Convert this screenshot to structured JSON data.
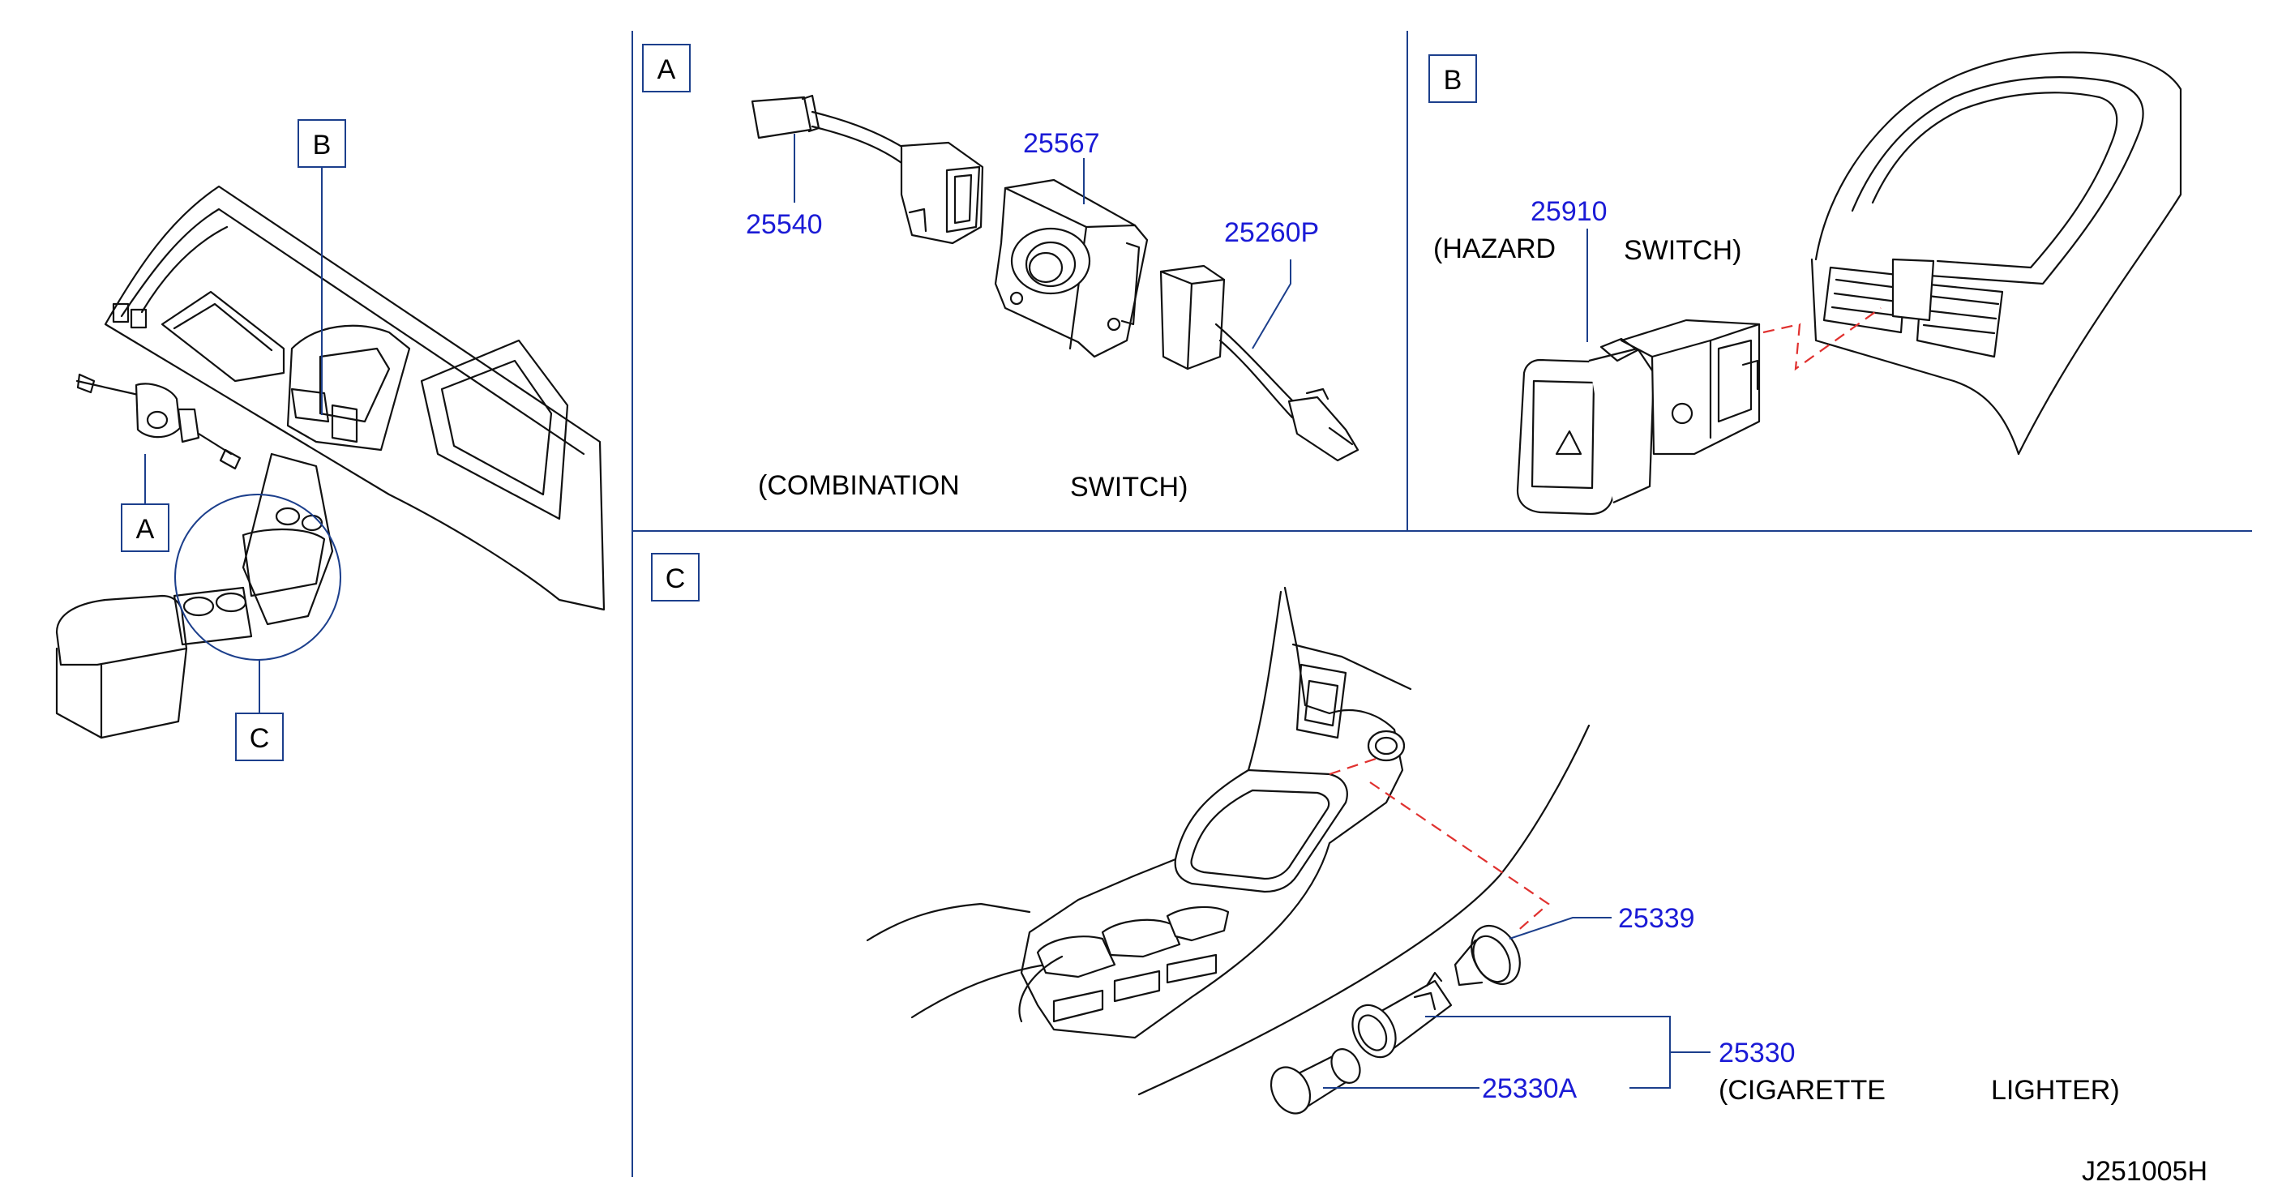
{
  "overview": {
    "callouts": {
      "a": "A",
      "b": "B",
      "c": "C"
    }
  },
  "panel_a": {
    "label": "A",
    "parts": {
      "p1": "25540",
      "p2": "25567",
      "p3": "25260P"
    },
    "caption_left": "(COMBINATION",
    "caption_right": "SWITCH)"
  },
  "panel_b": {
    "label": "B",
    "part": "25910",
    "caption_left": "(HAZARD",
    "caption_right": "SWITCH)"
  },
  "panel_c": {
    "label": "C",
    "parts": {
      "p1": "25339",
      "p2": "25330",
      "p3": "25330A"
    },
    "caption_left": "(CIGARETTE",
    "caption_right": "LIGHTER)"
  },
  "diagram_id": "J251005H",
  "colors": {
    "part_number": "#1b1bd6",
    "leader": "#1c3f8c",
    "phantom_line": "#e0312f"
  }
}
